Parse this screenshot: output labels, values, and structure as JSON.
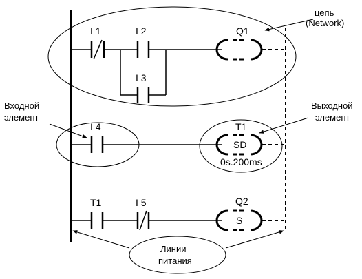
{
  "rungs": [
    {
      "contacts": [
        {
          "label": "I 1",
          "type": "normally-closed"
        },
        {
          "label": "I 2",
          "type": "normally-open"
        },
        {
          "label": "I 3",
          "type": "normally-open",
          "parallel_to": "I 2"
        }
      ],
      "coil": {
        "label": "Q1",
        "text": ""
      }
    },
    {
      "contacts": [
        {
          "label": "I 4",
          "type": "normally-open"
        }
      ],
      "coil": {
        "label": "T1",
        "text": "SD",
        "parameter": "0s.200ms"
      }
    },
    {
      "contacts": [
        {
          "label": "T1",
          "type": "normally-open"
        },
        {
          "label": "I 5",
          "type": "normally-closed"
        }
      ],
      "coil": {
        "label": "Q2",
        "text": "S"
      }
    }
  ],
  "annotations": {
    "network_line1": "цепь",
    "network_line2": "(Network)",
    "input_line1": "Входной",
    "input_line2": "элемент",
    "output_line1": "Выходной",
    "output_line2": "элемент",
    "power_line1": "Линии",
    "power_line2": "питания"
  }
}
